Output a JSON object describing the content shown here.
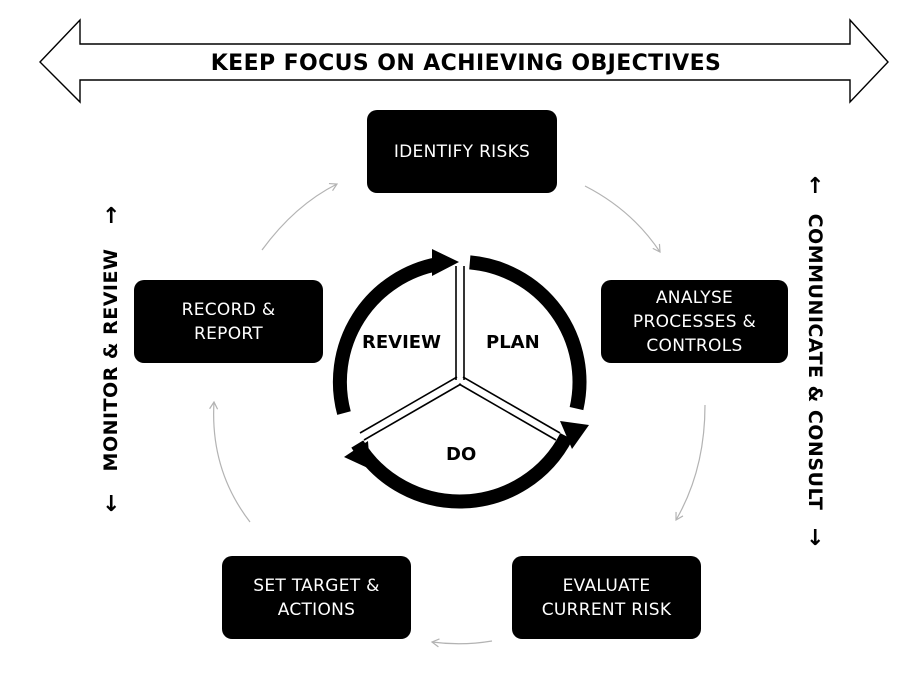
{
  "banner": {
    "text": "KEEP FOCUS ON ACHIEVING OBJECTIVES"
  },
  "steps": {
    "identify": "IDENTIFY RISKS",
    "analyse": "ANALYSE\nPROCESSES &\nCONTROLS",
    "evaluate": "EVALUATE\nCURRENT RISK",
    "target": "SET TARGET &\nACTIONS",
    "record": "RECORD &\nREPORT"
  },
  "wheel": {
    "review": "REVIEW",
    "plan": "PLAN",
    "do": "DO"
  },
  "sides": {
    "left": "MONITOR & REVIEW",
    "right": "COMMUNICATE & CONSULT"
  },
  "icons": {
    "up": "↑",
    "down": "↓"
  }
}
